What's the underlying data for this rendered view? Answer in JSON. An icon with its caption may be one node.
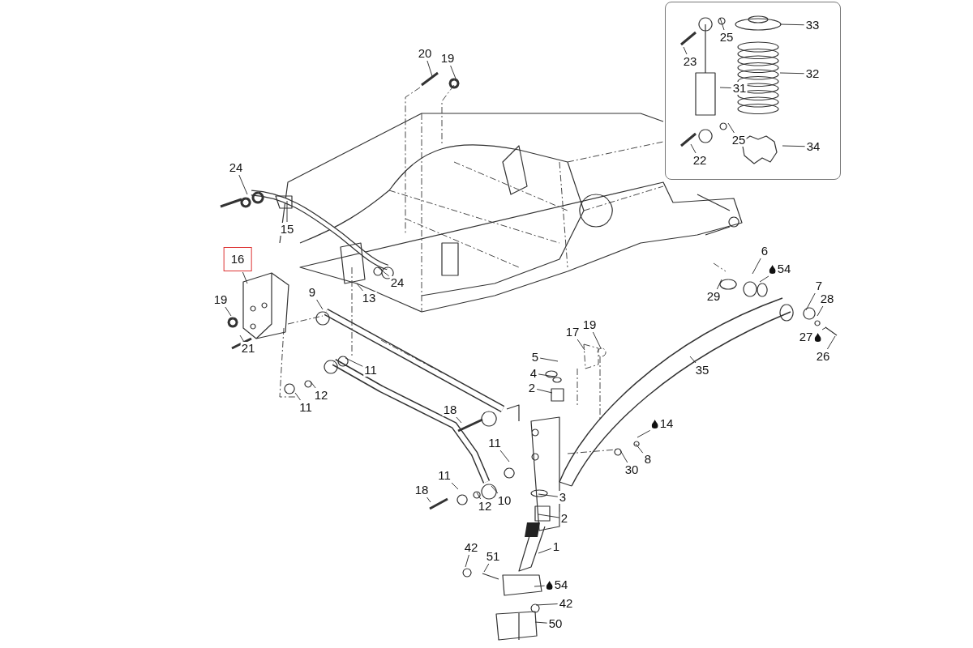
{
  "diagram": {
    "nodes": [
      {
        "text": [],
        "shape": "box"
      },
      {
        "text": [
          "25"
        ],
        "in": 0
      },
      {
        "text": [
          "33"
        ],
        "in": 0
      },
      {
        "text": [
          "23"
        ],
        "in": 0
      },
      {
        "text": [
          "32"
        ],
        "in": 0
      },
      {
        "text": [
          "31"
        ],
        "in": 0
      },
      {
        "text": [
          "25"
        ],
        "in": 0
      },
      {
        "text": [
          "22"
        ],
        "in": 0
      },
      {
        "text": [
          "34"
        ],
        "in": 0
      },
      {
        "text": [
          "20"
        ]
      },
      {
        "text": [
          "19"
        ]
      },
      {
        "text": [
          "24"
        ]
      },
      {
        "text": [
          "15"
        ]
      },
      {
        "text": [
          "16"
        ]
      },
      {
        "text": [
          "24"
        ]
      },
      {
        "text": [
          "13"
        ]
      },
      {
        "text": [
          "9"
        ]
      },
      {
        "text": [
          "19"
        ]
      },
      {
        "text": [
          "21"
        ]
      },
      {
        "text": [
          "11"
        ]
      },
      {
        "text": [
          "12"
        ]
      },
      {
        "text": [
          "11"
        ]
      },
      {
        "text": [
          "18"
        ]
      },
      {
        "text": [
          "11"
        ]
      },
      {
        "text": [
          "11"
        ]
      },
      {
        "text": [
          "18"
        ]
      },
      {
        "text": [
          "12"
        ]
      },
      {
        "text": [
          "10"
        ]
      },
      {
        "text": [
          "5"
        ]
      },
      {
        "text": [
          "4"
        ]
      },
      {
        "text": [
          "2"
        ]
      },
      {
        "text": [
          "17"
        ]
      },
      {
        "text": [
          "19"
        ]
      },
      {
        "text": [
          "6"
        ]
      },
      {
        "text": [
          "54"
        ]
      },
      {
        "text": [
          "29"
        ]
      },
      {
        "text": [
          "7"
        ]
      },
      {
        "text": [
          "28"
        ]
      },
      {
        "text": [
          "27"
        ]
      },
      {
        "text": [
          "26"
        ]
      },
      {
        "text": [
          "35"
        ]
      },
      {
        "text": [
          "14"
        ]
      },
      {
        "text": [
          "30"
        ]
      },
      {
        "text": [
          "8"
        ]
      },
      {
        "text": [
          "3"
        ]
      },
      {
        "text": [
          "2"
        ]
      },
      {
        "text": [
          "1"
        ]
      },
      {
        "text": [
          "42"
        ]
      },
      {
        "text": [
          "51"
        ]
      },
      {
        "text": [
          "54"
        ]
      },
      {
        "text": [
          "42"
        ]
      },
      {
        "text": [
          "50"
        ]
      }
    ],
    "edges": [
      {
        "from": 1,
        "to": null,
        "arrow": "none"
      },
      {
        "from": 2,
        "to": null,
        "arrow": "none"
      },
      {
        "from": 3,
        "to": null,
        "arrow": "none"
      },
      {
        "from": 4,
        "to": null,
        "arrow": "none"
      },
      {
        "from": 5,
        "to": null,
        "arrow": "none"
      },
      {
        "from": 6,
        "to": null,
        "arrow": "none"
      },
      {
        "from": 7,
        "to": null,
        "arrow": "none"
      },
      {
        "from": 8,
        "to": null,
        "arrow": "none"
      },
      {
        "from": 9,
        "to": null,
        "arrow": "none"
      },
      {
        "from": 10,
        "to": null,
        "arrow": "none"
      },
      {
        "from": 11,
        "to": null,
        "arrow": "none"
      },
      {
        "from": 12,
        "to": null,
        "arrow": "none"
      },
      {
        "from": 13,
        "to": null,
        "arrow": "none"
      },
      {
        "from": 14,
        "to": null,
        "arrow": "none"
      },
      {
        "from": 15,
        "to": null,
        "arrow": "none"
      },
      {
        "from": 16,
        "to": null,
        "arrow": "none"
      },
      {
        "from": 17,
        "to": null,
        "arrow": "none"
      },
      {
        "from": 18,
        "to": null,
        "arrow": "none"
      },
      {
        "from": 19,
        "to": null,
        "arrow": "none"
      },
      {
        "from": 20,
        "to": null,
        "arrow": "none"
      },
      {
        "from": 21,
        "to": null,
        "arrow": "none"
      },
      {
        "from": 22,
        "to": null,
        "arrow": "none"
      },
      {
        "from": 23,
        "to": null,
        "arrow": "none"
      },
      {
        "from": 24,
        "to": null,
        "arrow": "none"
      },
      {
        "from": 25,
        "to": null,
        "arrow": "none"
      },
      {
        "from": 26,
        "to": null,
        "arrow": "none"
      },
      {
        "from": 27,
        "to": null,
        "arrow": "none"
      },
      {
        "from": 28,
        "to": null,
        "arrow": "none"
      },
      {
        "from": 29,
        "to": null,
        "arrow": "none"
      },
      {
        "from": 30,
        "to": null,
        "arrow": "none"
      },
      {
        "from": 31,
        "to": null,
        "arrow": "none"
      },
      {
        "from": 32,
        "to": null,
        "arrow": "none"
      },
      {
        "from": 33,
        "to": null,
        "arrow": "none"
      },
      {
        "from": 34,
        "to": null,
        "arrow": "none"
      },
      {
        "from": 35,
        "to": null,
        "arrow": "none"
      },
      {
        "from": 36,
        "to": null,
        "arrow": "none"
      },
      {
        "from": 37,
        "to": null,
        "arrow": "none"
      },
      {
        "from": 38,
        "to": null,
        "arrow": "none"
      },
      {
        "from": 39,
        "to": null,
        "arrow": "none"
      },
      {
        "from": 40,
        "to": null,
        "arrow": "none"
      },
      {
        "from": 41,
        "to": null,
        "arrow": "none"
      },
      {
        "from": 42,
        "to": null,
        "arrow": "none"
      },
      {
        "from": 43,
        "to": null,
        "arrow": "none"
      },
      {
        "from": 44,
        "to": null,
        "arrow": "none"
      },
      {
        "from": 45,
        "to": null,
        "arrow": "none"
      },
      {
        "from": 46,
        "to": null,
        "arrow": "none"
      },
      {
        "from": 47,
        "to": null,
        "arrow": "none"
      },
      {
        "from": 48,
        "to": null,
        "arrow": "none"
      },
      {
        "from": 49,
        "to": null,
        "arrow": "none"
      },
      {
        "from": 50,
        "to": null,
        "arrow": "none"
      },
      {
        "from": 51,
        "to": null,
        "arrow": "none"
      }
    ]
  }
}
